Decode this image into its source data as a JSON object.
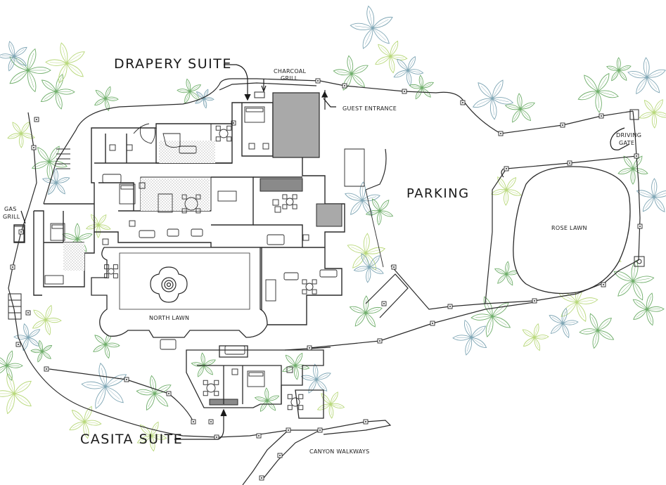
{
  "labels": {
    "drapery_suite": "DRAPERY SUITE",
    "charcoal_grill_1": "CHARCOAL",
    "charcoal_grill_2": "GRILL",
    "guest_entrance": "GUEST ENTRANCE",
    "driving_gate_1": "DRIVING",
    "driving_gate_2": "GATE",
    "parking": "PARKING",
    "rose_lawn": "ROSE LAWN",
    "gas_grill_1": "GAS",
    "gas_grill_2": "GRILL",
    "north_lawn": "NORTH LAWN",
    "casita_suite": "CASITA SUITE",
    "canyon_walkways": "CANYON WALKWAYS"
  },
  "colors": {
    "line": "#2a2a2a",
    "foliage_green": "#6fae6a",
    "foliage_blue": "#7fa6b5",
    "foliage_lime": "#b8d87a",
    "gray_block": "#a9a9a9",
    "hatch": "#cfcfcf"
  }
}
